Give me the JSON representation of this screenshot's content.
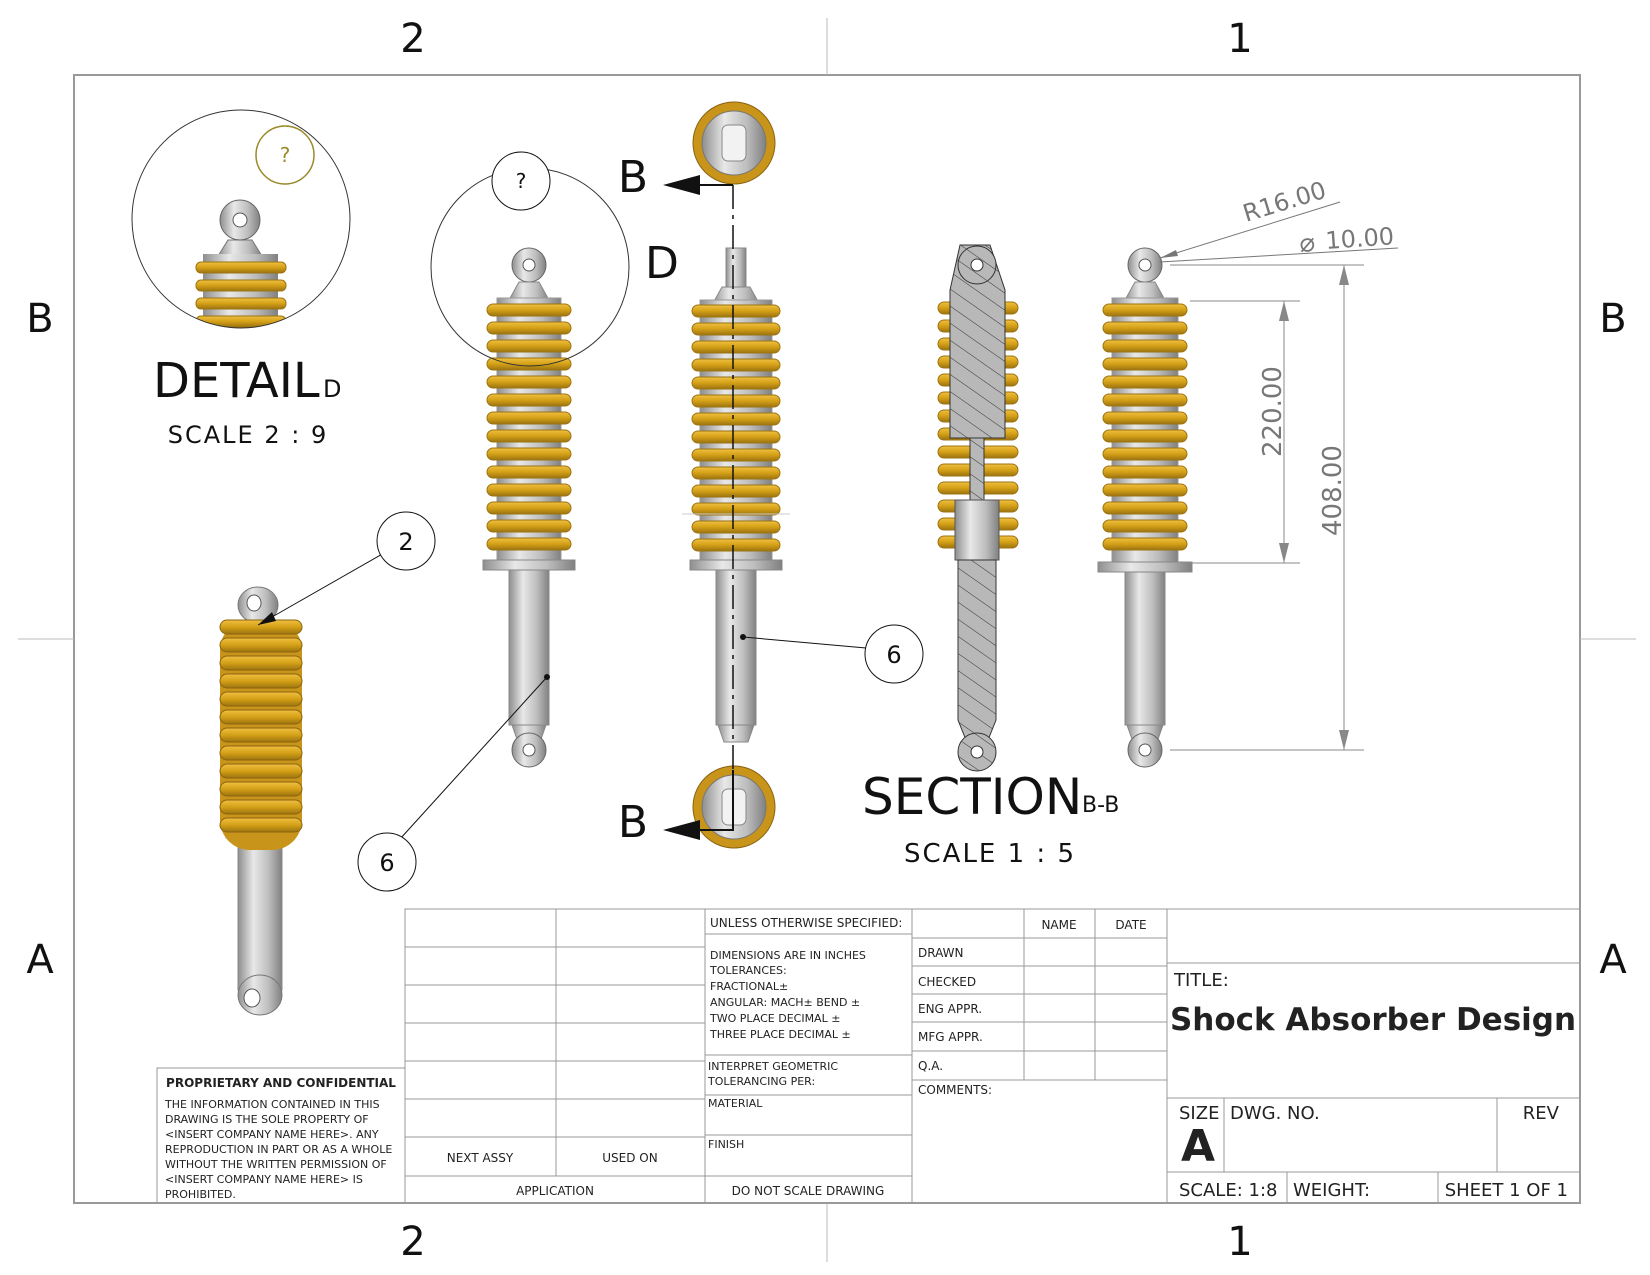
{
  "zones": {
    "top": [
      "2",
      "1"
    ],
    "bottom": [
      "2",
      "1"
    ],
    "left": [
      "B",
      "A"
    ],
    "right": [
      "B",
      "A"
    ]
  },
  "detail": {
    "title": "DETAIL",
    "letter": "D",
    "scale": "SCALE 2 : 9",
    "marker": "?"
  },
  "section": {
    "title": "SECTION",
    "letter": "B-B",
    "scale": "SCALE 1 : 5",
    "cut_label_top": "B",
    "cut_label_bottom": "B"
  },
  "detail_circle_label": "D",
  "balloons": [
    "2",
    "6",
    "6"
  ],
  "dimensions": {
    "radius": "R16.00",
    "diameter": "10.00",
    "spring_length": "220.00",
    "overall_length": "408.00"
  },
  "colors": {
    "spring": "#d4a017",
    "spring_dark": "#9c7410",
    "metal": "#b9b9b9",
    "metal_dark": "#8a8a8a",
    "detail_marker": "#9a8a2a"
  },
  "title_block": {
    "proprietary_heading": "PROPRIETARY AND CONFIDENTIAL",
    "proprietary_lines": [
      "THE INFORMATION CONTAINED IN THIS",
      "DRAWING IS THE SOLE PROPERTY OF",
      "<INSERT COMPANY NAME HERE>.  ANY",
      "REPRODUCTION IN PART OR AS A WHOLE",
      "WITHOUT THE WRITTEN PERMISSION OF",
      "<INSERT COMPANY NAME HERE> IS",
      "PROHIBITED."
    ],
    "next_assy": "NEXT ASSY",
    "used_on": "USED ON",
    "application": "APPLICATION",
    "unless_specified": "UNLESS OTHERWISE SPECIFIED:",
    "tolerance_lines": [
      "DIMENSIONS ARE IN INCHES",
      "TOLERANCES:",
      "FRACTIONAL±",
      "ANGULAR: MACH±    BEND ±",
      "TWO PLACE DECIMAL    ±",
      "THREE PLACE DECIMAL  ±"
    ],
    "interpret_lines": [
      "INTERPRET GEOMETRIC",
      "TOLERANCING PER:"
    ],
    "material": "MATERIAL",
    "finish": "FINISH",
    "do_not_scale": "DO NOT SCALE DRAWING",
    "name_header": "NAME",
    "date_header": "DATE",
    "sign_rows": [
      "DRAWN",
      "CHECKED",
      "ENG APPR.",
      "MFG APPR.",
      "Q.A."
    ],
    "comments": "COMMENTS:",
    "title_label": "TITLE:",
    "title": "Shock Absorber Design",
    "size_label": "SIZE",
    "size_value": "A",
    "dwg_no_label": "DWG.  NO.",
    "rev_label": "REV",
    "scale": "SCALE: 1:8",
    "weight": "WEIGHT:",
    "sheet": "SHEET 1 OF 1"
  }
}
